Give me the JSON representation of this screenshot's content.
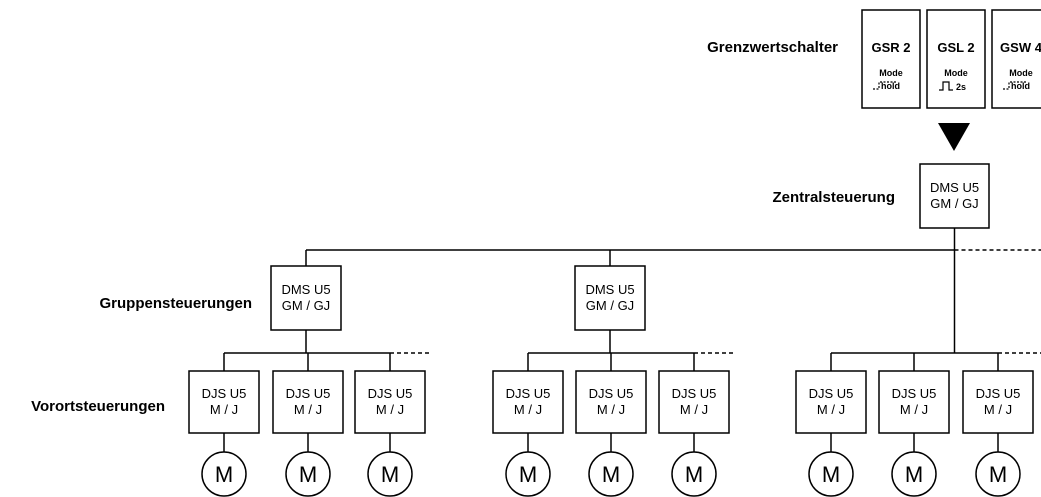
{
  "labels": {
    "limit_switches": "Grenzwertschalter",
    "central_control": "Zentralsteuerung",
    "group_controls": "Gruppensteuerungen",
    "local_controls": "Vorortsteuerungen"
  },
  "switches": [
    {
      "name": "GSR 2",
      "mode": "Mode",
      "sub": "hold"
    },
    {
      "name": "GSL 2",
      "mode": "Mode",
      "sub": "2s"
    },
    {
      "name": "GSW 4",
      "mode": "Mode",
      "sub": "hold"
    }
  ],
  "central": {
    "line1": "DMS U5",
    "line2": "GM / GJ"
  },
  "groups": [
    {
      "line1": "DMS U5",
      "line2": "GM / GJ"
    },
    {
      "line1": "DMS U5",
      "line2": "GM / GJ"
    }
  ],
  "locals": [
    {
      "line1": "DJS U5",
      "line2": "M / J"
    },
    {
      "line1": "DJS U5",
      "line2": "M / J"
    },
    {
      "line1": "DJS U5",
      "line2": "M / J"
    },
    {
      "line1": "DJS U5",
      "line2": "M / J"
    },
    {
      "line1": "DJS U5",
      "line2": "M / J"
    },
    {
      "line1": "DJS U5",
      "line2": "M / J"
    },
    {
      "line1": "DJS U5",
      "line2": "M / J"
    },
    {
      "line1": "DJS U5",
      "line2": "M / J"
    },
    {
      "line1": "DJS U5",
      "line2": "M / J"
    }
  ],
  "motor_label": "M"
}
